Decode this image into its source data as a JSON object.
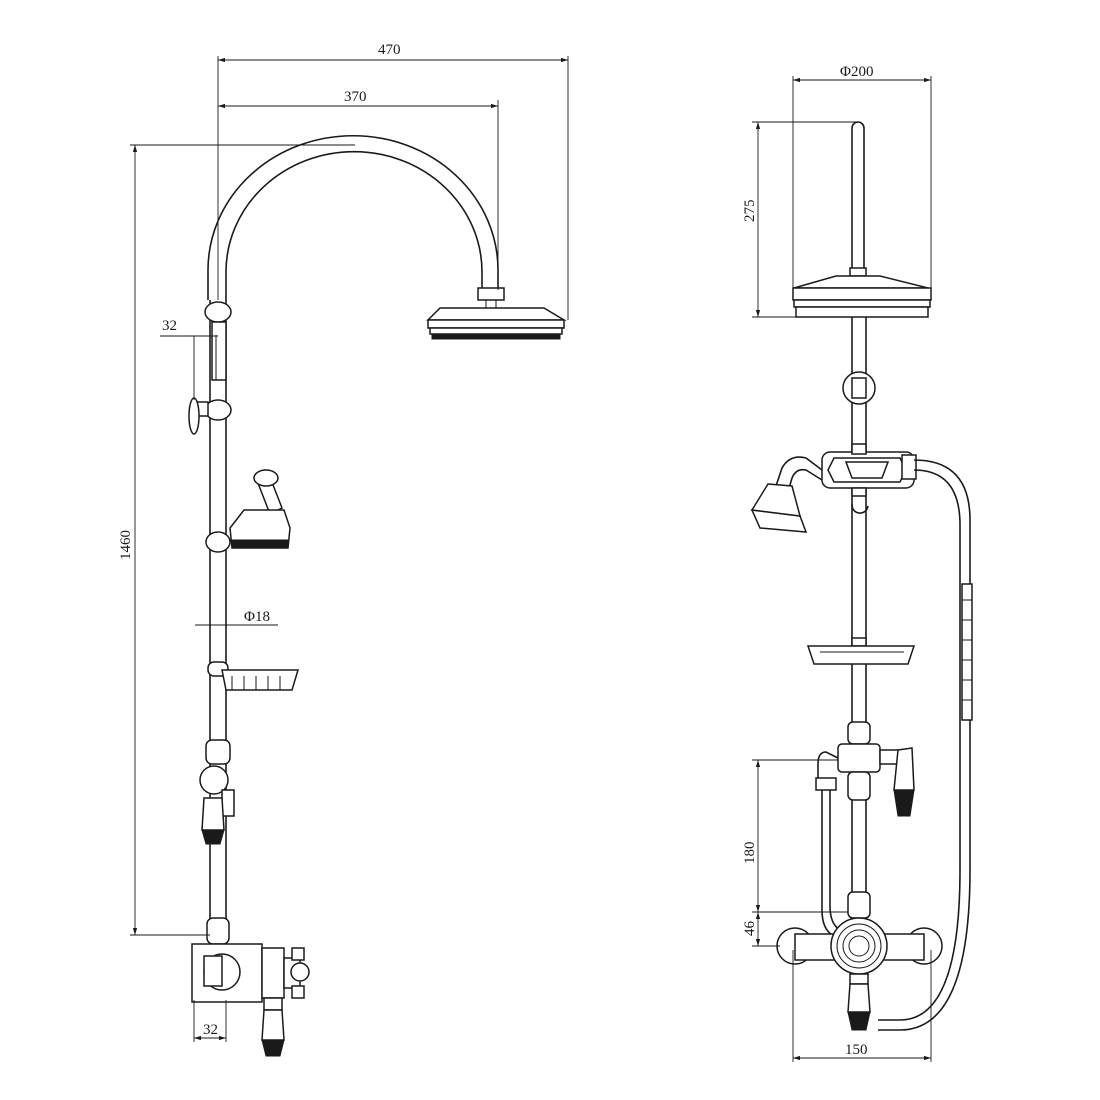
{
  "dimensions": {
    "left_overall_width": "470",
    "left_arm_reach": "370",
    "left_total_height": "1460",
    "left_bracket_offset": "32",
    "left_riser_diameter": "Φ18",
    "left_valve_depth": "32",
    "right_head_diameter": "Φ200",
    "right_head_drop": "275",
    "right_valve_height": "180",
    "right_valve_offset": "46",
    "right_valve_centres": "150"
  }
}
